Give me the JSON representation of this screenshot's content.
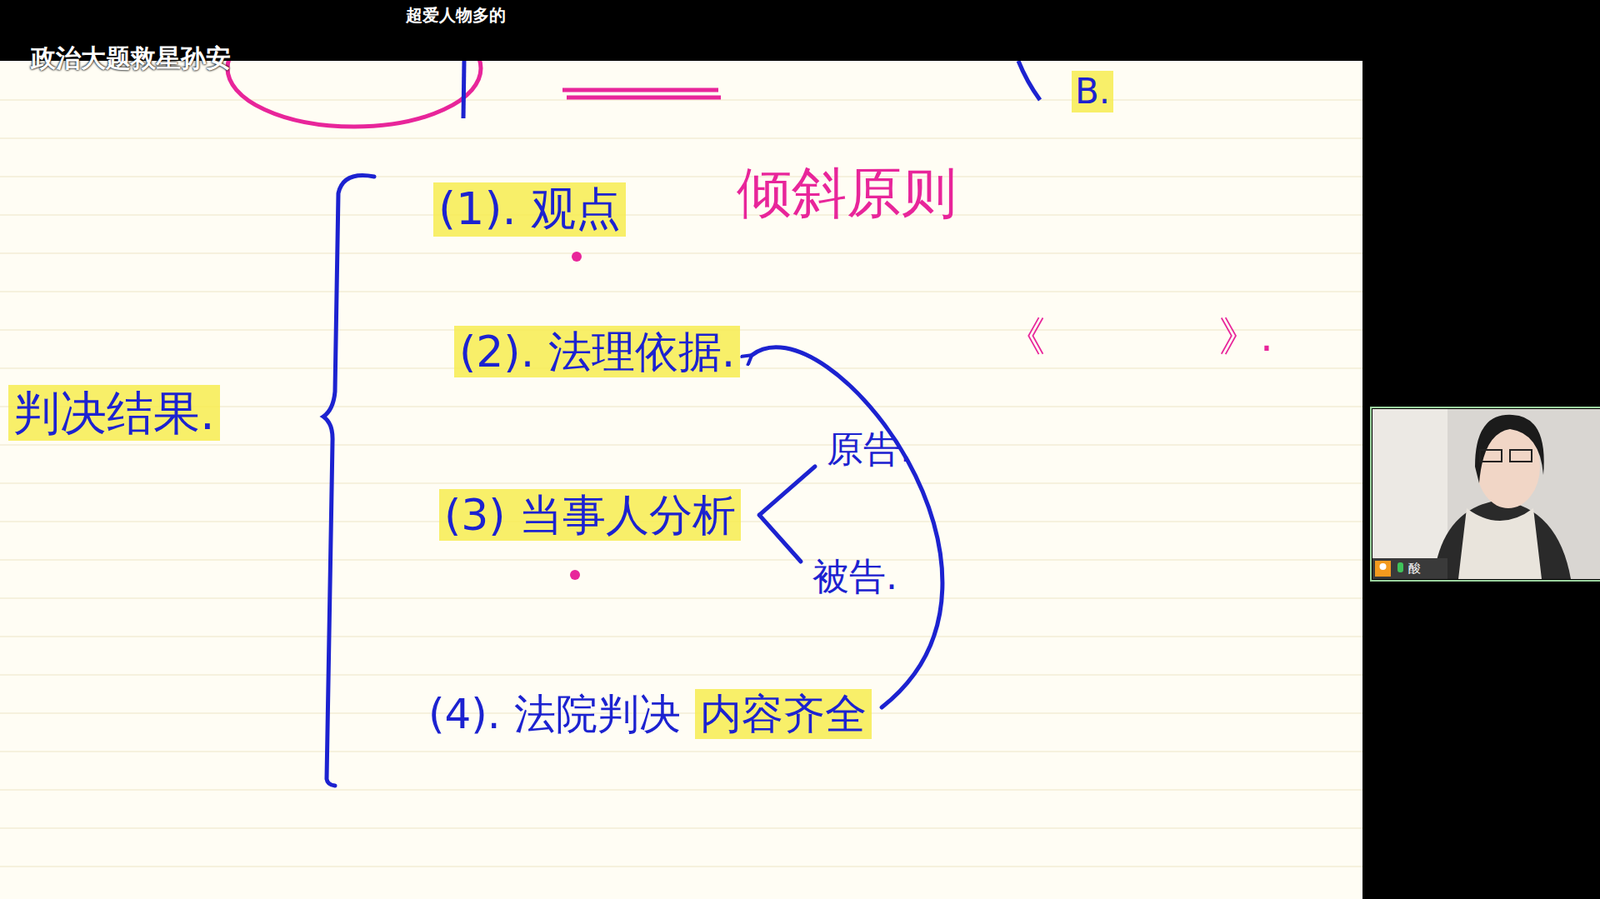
{
  "diagram": {
    "nodes": [
      {
        "text": [
          "判决结果."
        ]
      },
      {
        "text": [
          "(1). 观点"
        ]
      },
      {
        "text": [
          "(2). 法理依据."
        ]
      },
      {
        "text": [
          "(3) 当事人分析"
        ]
      },
      {
        "text": [
          "原告."
        ]
      },
      {
        "text": [
          "被告."
        ]
      },
      {
        "text": [
          "(4). 法院判决",
          "内容齐全"
        ]
      }
    ],
    "edges": [
      {
        "from": 6,
        "to": 2,
        "arrow": "to"
      },
      {
        "from": 3,
        "to": 4,
        "arrow": "none"
      },
      {
        "from": 3,
        "to": 5,
        "arrow": "none"
      }
    ],
    "labels": [
      "超爱人物多的",
      "政治大题救星孙安",
      "倾斜原则",
      "《",
      "》.",
      "B.",
      "酸"
    ]
  }
}
